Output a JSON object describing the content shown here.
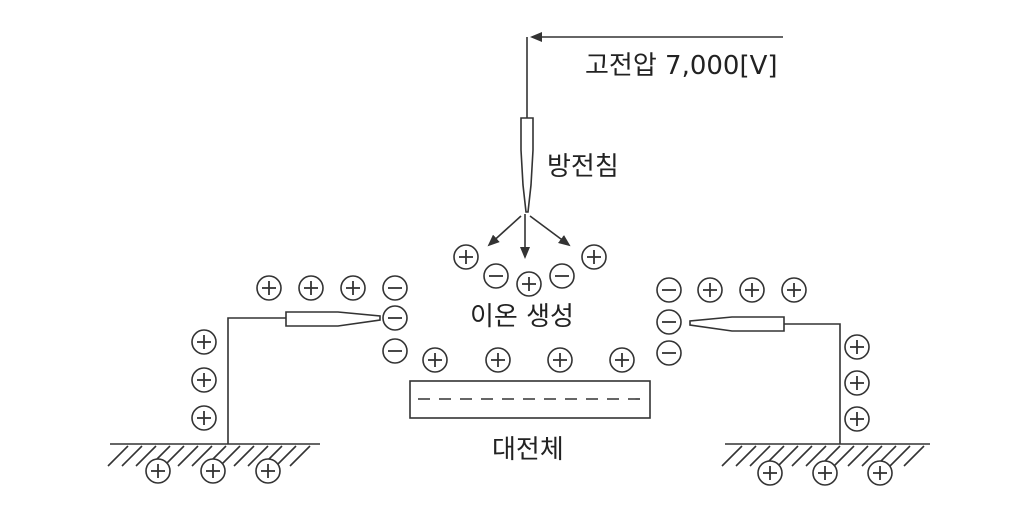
{
  "labels": {
    "voltage": "고전압 7,000[V]",
    "needle": "방전침",
    "ion_generation": "이온 생성",
    "charged_body": "대전체"
  },
  "ions": {
    "positive_sign": "+",
    "negative_sign": "−"
  },
  "colors": {
    "line": "#333333",
    "text": "#222222",
    "background": "#ffffff"
  }
}
